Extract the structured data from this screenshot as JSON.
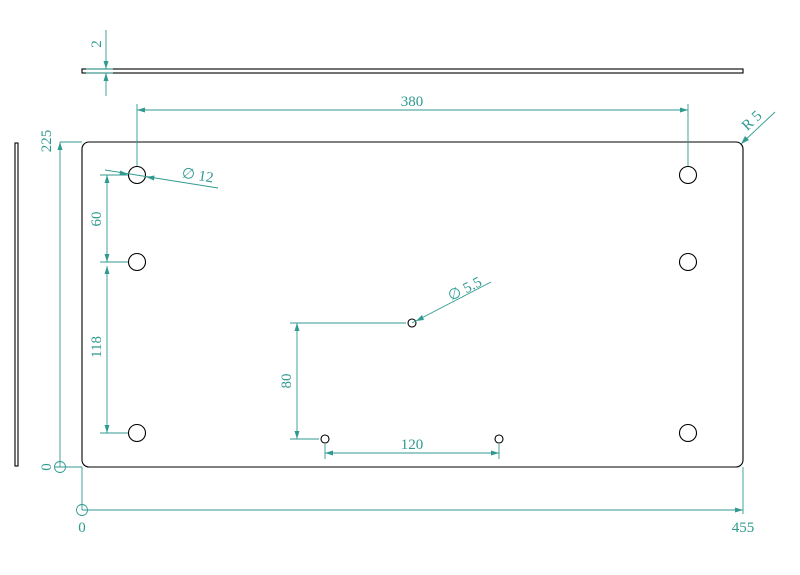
{
  "drawing": {
    "colors": {
      "outline": "#000000",
      "dimension": "#2f9a90",
      "background": "#ffffff"
    },
    "dimensions": {
      "thickness": "2",
      "hole_spacing_x": "380",
      "corner_radius": "R 5",
      "big_hole_diameter": "∅ 12",
      "hole_pitch_top": "60",
      "hole_pitch_lower": "118",
      "small_hole_diameter": "∅ 5.5",
      "small_hole_offset_y": "80",
      "small_hole_spacing_x": "120",
      "overall_height": "225",
      "origin_y": "0",
      "origin_x": "0",
      "overall_width": "455"
    }
  }
}
